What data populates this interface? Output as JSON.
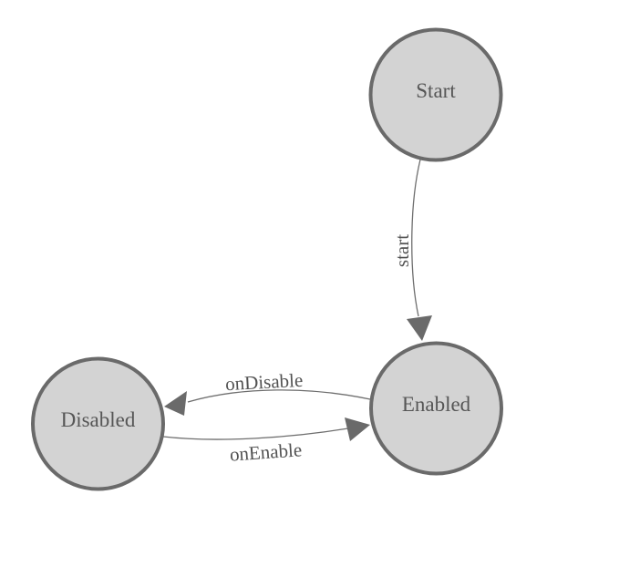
{
  "diagram": {
    "type": "state-machine",
    "nodes": [
      {
        "id": "start",
        "label": "Start"
      },
      {
        "id": "enabled",
        "label": "Enabled"
      },
      {
        "id": "disabled",
        "label": "Disabled"
      }
    ],
    "edges": [
      {
        "from": "start",
        "to": "enabled",
        "label": "start"
      },
      {
        "from": "enabled",
        "to": "disabled",
        "label": "onDisable"
      },
      {
        "from": "disabled",
        "to": "enabled",
        "label": "onEnable"
      }
    ],
    "colors": {
      "node_fill": "#d3d3d3",
      "node_border": "#6a6a6a",
      "edge_line": "#6e6e6e",
      "arrowhead": "#6a6a6a",
      "label_text": "#565656",
      "background": "#ffffff"
    }
  }
}
